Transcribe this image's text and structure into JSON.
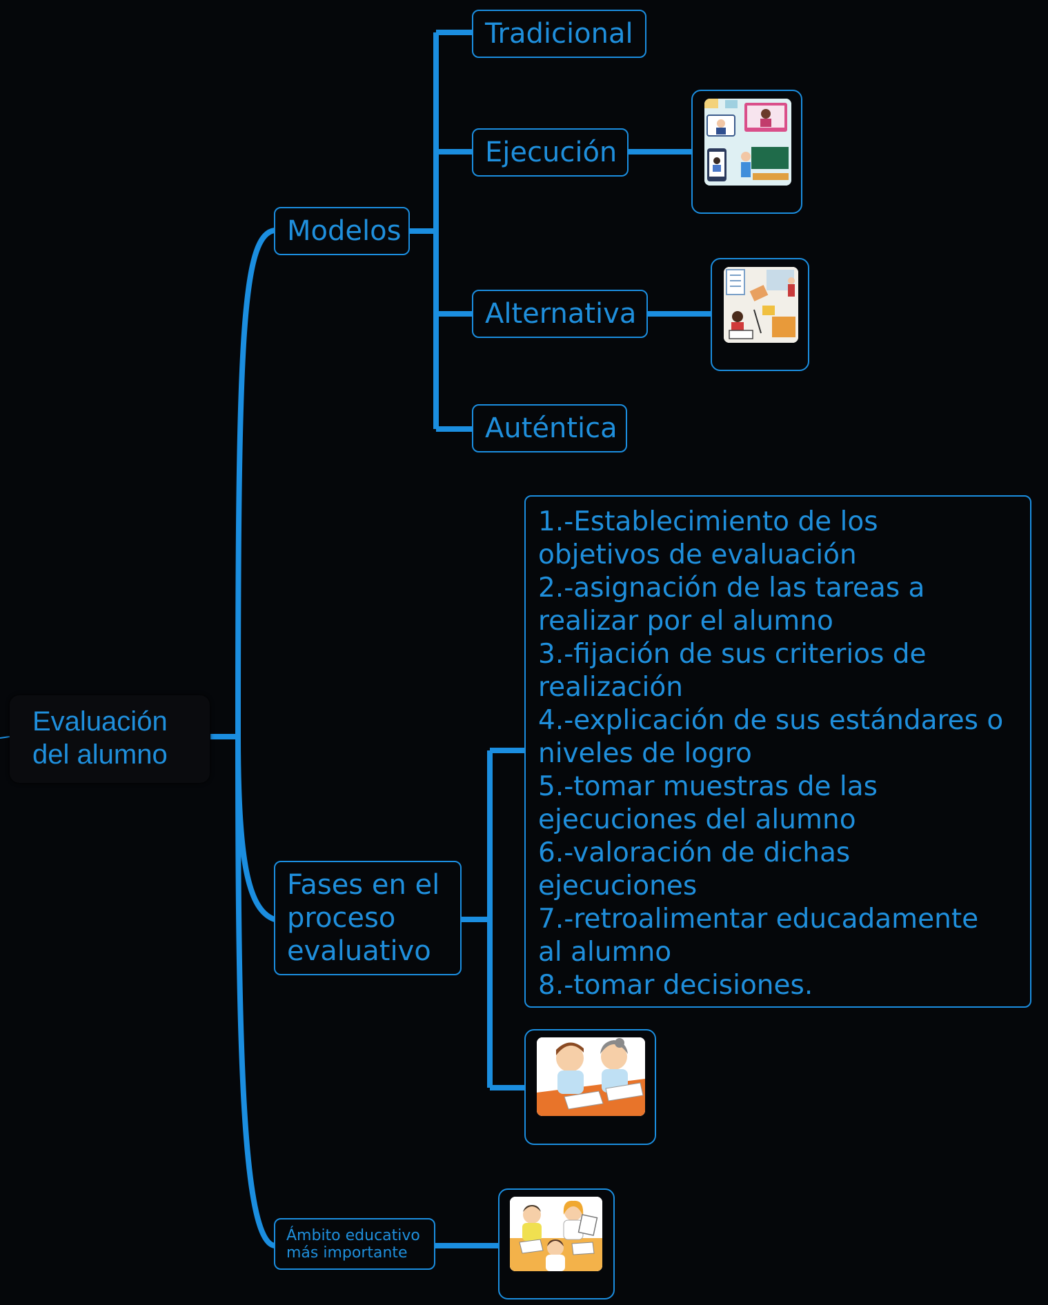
{
  "root": {
    "line1": "Evaluación",
    "line2": "del alumno"
  },
  "modelos": {
    "label": "Modelos",
    "children": [
      "Tradicional",
      "Ejecución",
      "Alternativa",
      "Auténtica"
    ]
  },
  "fases": {
    "label_lines": [
      "Fases en el",
      "proceso",
      "evaluativo"
    ],
    "steps": [
      "1.-Establecimiento de los",
      "objetivos de evaluación",
      "2.-asignación de las tareas a",
      "realizar por el alumno",
      "3.-fijación de sus criterios de",
      "realización",
      "4.-explicación de sus estándares o",
      "niveles de logro",
      "5.-tomar muestras de las",
      "ejecuciones del alumno",
      "6.-valoración de dichas",
      "ejecuciones",
      "7.-retroalimentar educadamente",
      "al alumno",
      "8.-tomar decisiones."
    ]
  },
  "ambito": {
    "label_lines": [
      "Ámbito educativo",
      "más importante"
    ]
  },
  "colors": {
    "background": "#05070a",
    "accent": "#1b8ee0",
    "text": "#1f8fdc"
  },
  "images": {
    "ejecucion": "online-learning-illustration",
    "alternativa": "study-materials-illustration",
    "fases": "students-writing-illustration",
    "ambito": "classroom-group-illustration"
  }
}
